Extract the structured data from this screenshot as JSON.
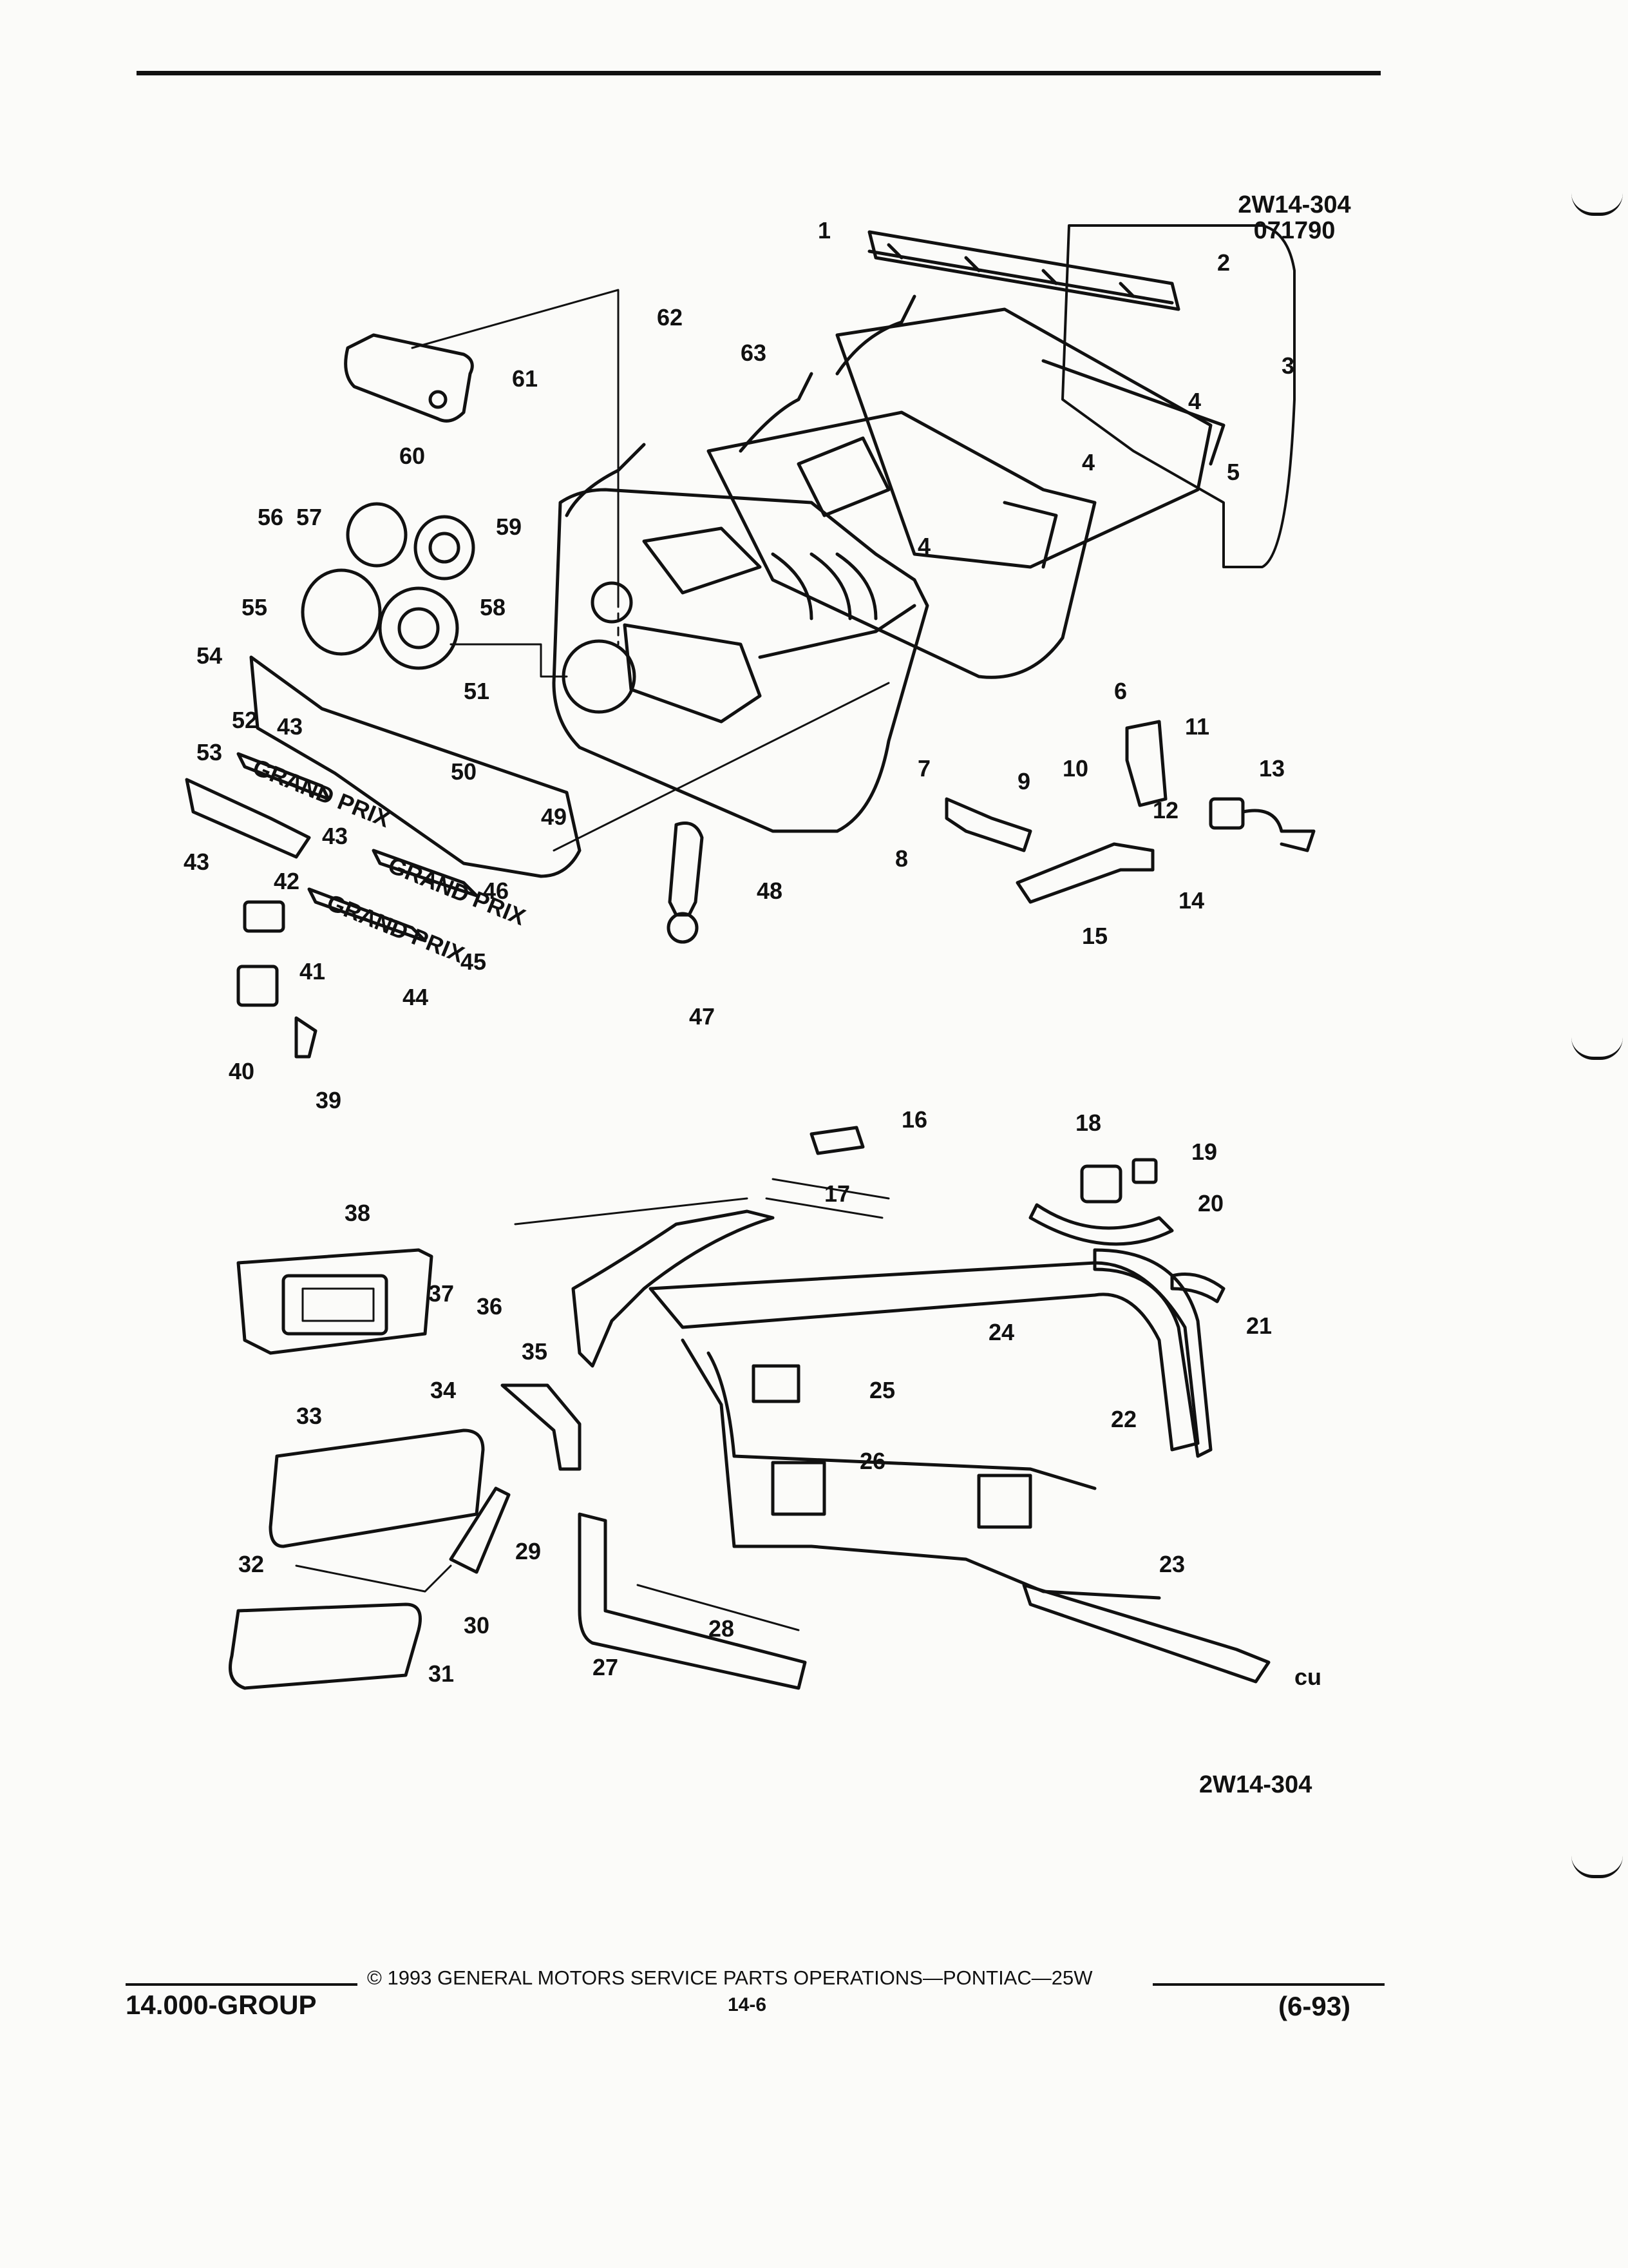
{
  "header": {
    "drawing_code": "2W14-304",
    "drawing_date": "071790"
  },
  "diagram": {
    "callouts": [
      "1",
      "2",
      "3",
      "4",
      "5",
      "6",
      "7",
      "8",
      "9",
      "10",
      "11",
      "12",
      "13",
      "14",
      "15",
      "16",
      "17",
      "18",
      "19",
      "20",
      "21",
      "22",
      "23",
      "24",
      "25",
      "26",
      "27",
      "28",
      "29",
      "30",
      "31",
      "32",
      "33",
      "34",
      "35",
      "36",
      "37",
      "38",
      "39",
      "40",
      "41",
      "42",
      "43",
      "44",
      "45",
      "46",
      "47",
      "48",
      "49",
      "50",
      "51",
      "52",
      "53",
      "54",
      "55",
      "56",
      "57",
      "58",
      "59",
      "60",
      "61",
      "62",
      "63"
    ],
    "nameplate_text": "GRAND PRIX",
    "bottom_code": "2W14-304",
    "mark": "cu"
  },
  "footer": {
    "copyright": "© 1993 GENERAL MOTORS SERVICE PARTS OPERATIONS—PONTIAC—25W",
    "group": "14.000-GROUP",
    "page": "14-6",
    "date_code": "(6-93)"
  }
}
